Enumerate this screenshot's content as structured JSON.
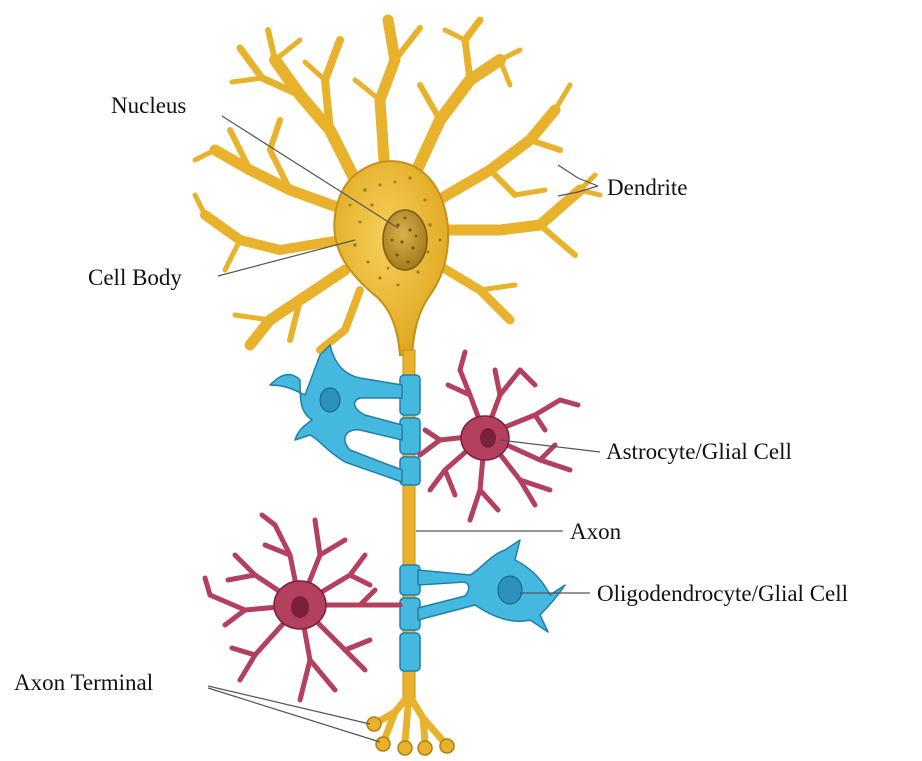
{
  "labels": {
    "nucleus": "Nucleus",
    "cell_body": "Cell Body",
    "dendrite": "Dendrite",
    "astrocyte": "Astrocyte/Glial Cell",
    "axon": "Axon",
    "oligodendrocyte": "Oligodendrocyte/Glial Cell",
    "axon_terminal": "Axon Terminal"
  },
  "colors": {
    "neuron": "#e8b22c",
    "neuron_outline": "#b07e12",
    "myelin": "#45b8e0",
    "myelin_outline": "#1f7fa8",
    "astrocyte": "#b3405e",
    "astrocyte_outline": "#7a2038",
    "leader_line": "#555555"
  }
}
